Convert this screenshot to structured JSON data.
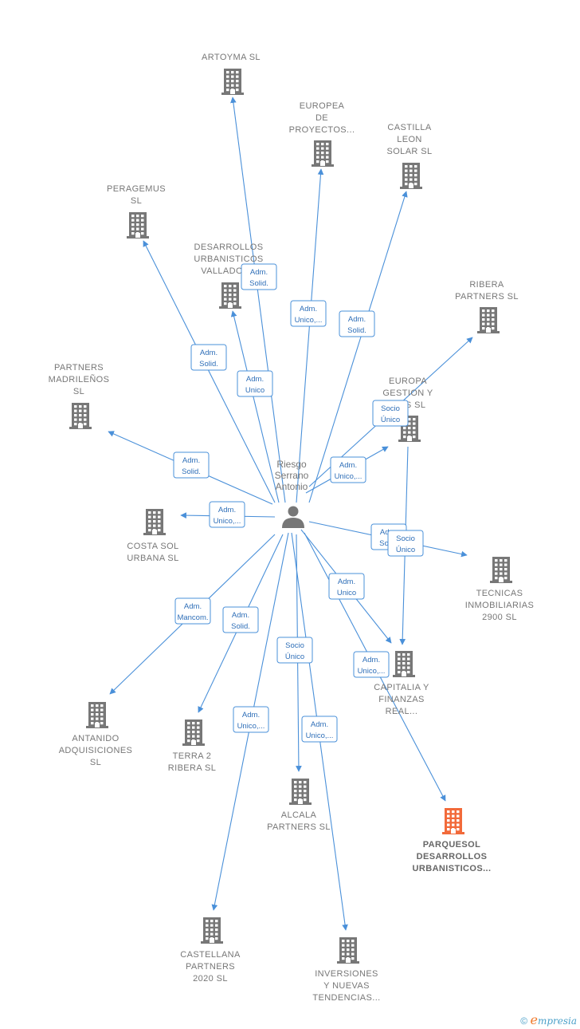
{
  "center": {
    "label": [
      "Riesgo",
      "Serrano",
      "Antonio"
    ],
    "icon": "person-icon"
  },
  "companies": [
    {
      "id": "artoyma",
      "label": [
        "ARTOYMA SL"
      ],
      "icon": "building-icon"
    },
    {
      "id": "europea",
      "label": [
        "EUROPEA",
        "DE",
        "PROYECTOS..."
      ],
      "icon": "building-icon"
    },
    {
      "id": "castilla",
      "label": [
        "CASTILLA",
        "LEON",
        "SOLAR SL"
      ],
      "icon": "building-icon"
    },
    {
      "id": "peragemus",
      "label": [
        "PERAGEMUS",
        "SL"
      ],
      "icon": "building-icon"
    },
    {
      "id": "desarrollos",
      "label": [
        "DESARROLLOS",
        "URBANISTICOS",
        "VALLADOL..."
      ],
      "icon": "building-icon"
    },
    {
      "id": "ribera",
      "label": [
        "RIBERA",
        "PARTNERS  SL"
      ],
      "icon": "building-icon"
    },
    {
      "id": "madrilenos",
      "label": [
        "PARTNERS",
        "MADRILEÑOS",
        "SL"
      ],
      "icon": "building-icon"
    },
    {
      "id": "europa",
      "label": [
        "EUROPA",
        "GESTION Y",
        "...OS  SL"
      ],
      "icon": "building-icon"
    },
    {
      "id": "costasol",
      "label": [
        "COSTA SOL",
        "URBANA  SL"
      ],
      "icon": "building-icon"
    },
    {
      "id": "tecnicas",
      "label": [
        "TECNICAS",
        "INMOBILIARIAS",
        "2900  SL"
      ],
      "icon": "building-icon"
    },
    {
      "id": "capitalia",
      "label": [
        "CAPITALIA Y",
        "FINANZAS",
        "REAL..."
      ],
      "icon": "building-icon"
    },
    {
      "id": "antanido",
      "label": [
        "ANTANIDO",
        "ADQUISICIONES",
        "SL"
      ],
      "icon": "building-icon"
    },
    {
      "id": "terra",
      "label": [
        "TERRA 2",
        "RIBERA  SL"
      ],
      "icon": "building-icon"
    },
    {
      "id": "alcala",
      "label": [
        "ALCALA",
        "PARTNERS  SL"
      ],
      "icon": "building-icon"
    },
    {
      "id": "parquesol",
      "label": [
        "PARQUESOL",
        "DESARROLLOS",
        "URBANISTICOS..."
      ],
      "icon": "building-icon",
      "highlight": true
    },
    {
      "id": "castellana",
      "label": [
        "CASTELLANA",
        "PARTNERS",
        "2020  SL"
      ],
      "icon": "building-icon"
    },
    {
      "id": "inversiones",
      "label": [
        "INVERSIONES",
        "Y NUEVAS",
        "TENDENCIAS..."
      ],
      "icon": "building-icon"
    }
  ],
  "edges": [
    {
      "to": "artoyma",
      "label": [
        "Adm.",
        "Solid."
      ]
    },
    {
      "to": "europea",
      "label": [
        "Adm.",
        "Unico,..."
      ]
    },
    {
      "to": "castilla",
      "label": [
        "Adm.",
        "Solid."
      ]
    },
    {
      "to": "peragemus",
      "label": [
        "Adm.",
        "Solid."
      ]
    },
    {
      "to": "desarrollos",
      "label": [
        "Adm.",
        "Unico"
      ]
    },
    {
      "to": "ribera",
      "label": [
        "Socio",
        "Único"
      ]
    },
    {
      "to": "madrilenos",
      "label": [
        "Adm.",
        "Solid."
      ]
    },
    {
      "to": "europa",
      "label": [
        "Adm.",
        "Unico,..."
      ]
    },
    {
      "to": "costasol",
      "label": [
        "Adm.",
        "Unico,..."
      ]
    },
    {
      "to": "tecnicas",
      "label": [
        "Adm.",
        "Solid."
      ]
    },
    {
      "to": "capitalia",
      "label": [
        "Adm.",
        "Unico"
      ]
    },
    {
      "to": "antanido",
      "label": [
        "Adm.",
        "Mancom."
      ]
    },
    {
      "to": "terra",
      "label": [
        "Adm.",
        "Solid."
      ]
    },
    {
      "to": "alcala",
      "label": [
        "Socio",
        "Único"
      ]
    },
    {
      "to": "parquesol",
      "label": [
        "Adm.",
        "Unico,..."
      ]
    },
    {
      "to": "castellana",
      "label": [
        "Adm.",
        "Unico,..."
      ]
    },
    {
      "to": "inversiones",
      "label": [
        "Adm.",
        "Unico,..."
      ]
    },
    {
      "to": "capitalia",
      "from": "europa",
      "label": [
        "Socio",
        "Único"
      ]
    }
  ],
  "footer": {
    "copyright": "©",
    "brand_initial": "e",
    "brand_rest": "mpresia"
  },
  "colors": {
    "edge": "#4a90d9",
    "node": "#777777",
    "highlight": "#f26a3a"
  }
}
